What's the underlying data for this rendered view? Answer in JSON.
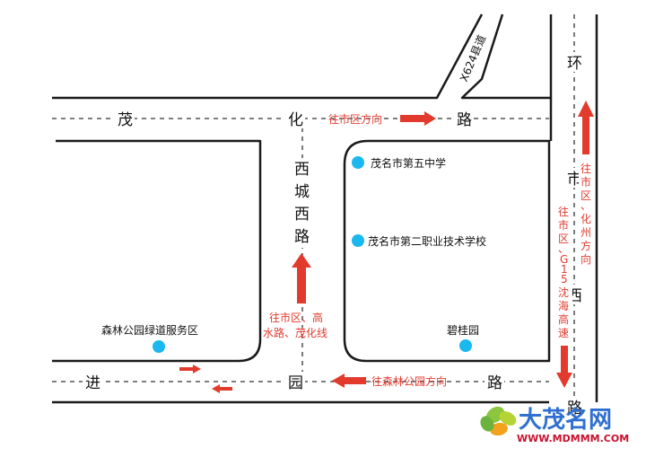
{
  "roads": {
    "maohua_road": [
      "茂",
      "化",
      "路"
    ],
    "xicheng_west_road": [
      "西",
      "城",
      "西",
      "路"
    ],
    "jinyuan_road": [
      "进",
      "园",
      "路"
    ],
    "huanshi_west_road": [
      "环",
      "市",
      "西",
      "路"
    ],
    "x624_county_road": "X624县道"
  },
  "places": {
    "school5": "茂名市第五中学",
    "vocational": "茂名市第二职业技术学校",
    "forest_station": "森林公园绿道服务区",
    "biguiyuan": "碧桂园"
  },
  "directions": {
    "to_city": "往市区方向",
    "to_city_gaoshui": [
      "往市区、高",
      "水路、茂化线"
    ],
    "to_forest_park": "往森林公园方向",
    "to_city_g15": [
      "往",
      "市",
      "区",
      "、",
      "G",
      "1",
      "5",
      "沈",
      "海",
      "高",
      "速"
    ],
    "to_city_huazhou": [
      "往",
      "市",
      "区",
      "、",
      "化",
      "州",
      "方",
      "向"
    ]
  },
  "watermark": {
    "brand": "大茂名网",
    "url": "WWW.MDMMM.COM"
  },
  "colors": {
    "road_line": "#1a1a1a",
    "arrow_red": "#e23b2e",
    "poi_blue": "#1ab8ee",
    "brand_blue": "#2f6fd0",
    "brand_red": "#c8102e",
    "leaf_green": "#8cc63f"
  }
}
